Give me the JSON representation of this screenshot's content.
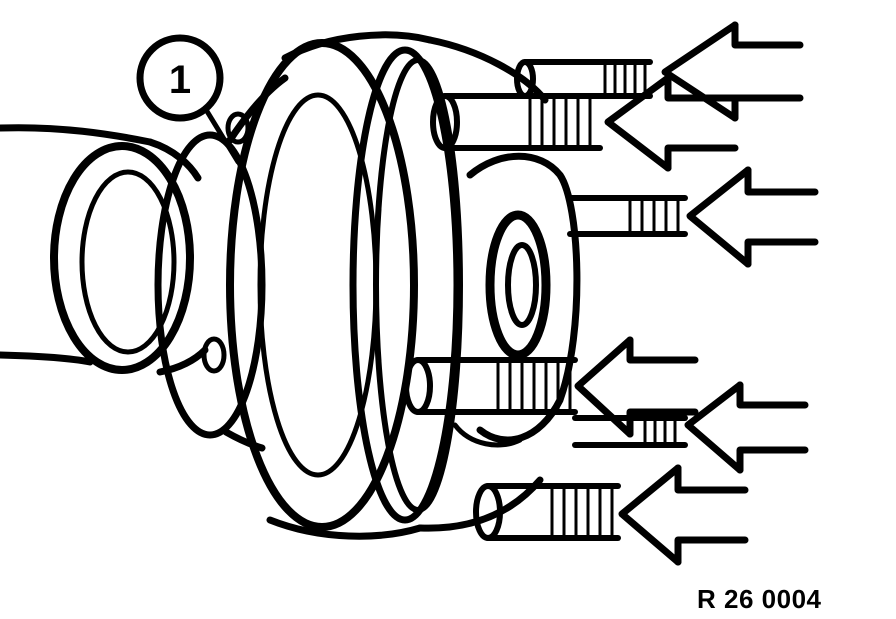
{
  "diagram": {
    "callout_label": "1",
    "figure_ref": "R 26 0004",
    "line_color": "#000000",
    "background": "#ffffff",
    "arrow_count": 6,
    "stud_count": 6
  }
}
